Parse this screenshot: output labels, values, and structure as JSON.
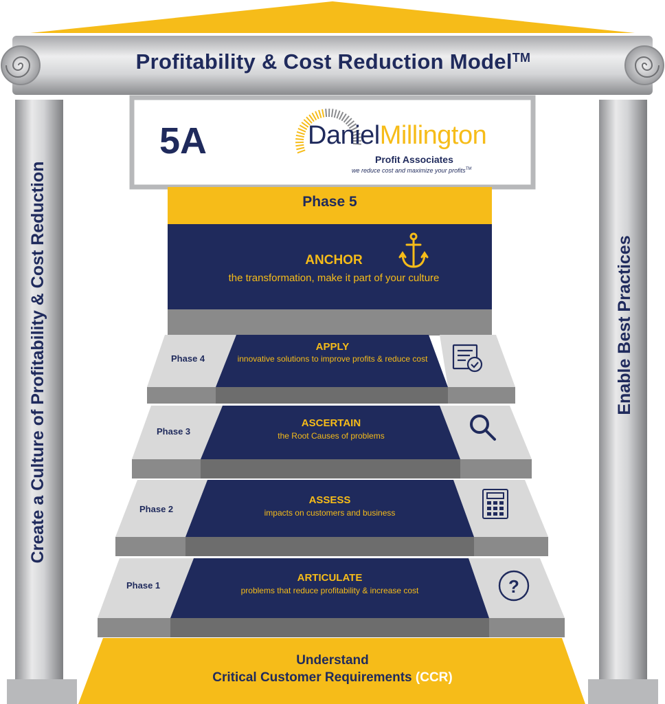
{
  "title": {
    "text": "Profitability & Cost Reduction Model",
    "mark": "TM"
  },
  "pillars": {
    "left": "Create a Culture of Profitability & Cost Reduction",
    "right": "Enable Best Practices"
  },
  "logo": {
    "code": "5A",
    "name_first": "Daniel",
    "name_second": "Millington",
    "sub": "Profit Associates",
    "tagline": "we reduce cost and maximize your profits",
    "tagline_mark": "TM"
  },
  "phase5": {
    "label": "Phase 5",
    "title": "ANCHOR",
    "desc": "the transformation, make it part of your culture",
    "icon": "anchor-icon"
  },
  "steps": [
    {
      "phase": "Phase 4",
      "title": "APPLY",
      "desc": "innovative solutions to improve profits & reduce cost",
      "icon": "checklist-document-icon"
    },
    {
      "phase": "Phase 3",
      "title": "ASCERTAIN",
      "desc": "the Root Causes of problems",
      "icon": "magnifier-icon"
    },
    {
      "phase": "Phase 2",
      "title": "ASSESS",
      "desc": "impacts on customers and business",
      "icon": "calculator-icon"
    },
    {
      "phase": "Phase 1",
      "title": "ARTICULATE",
      "desc": "problems that reduce profitability & increase cost",
      "icon": "question-mark-icon"
    }
  ],
  "base": {
    "line1": "Understand",
    "line2_main": "Critical Customer Requirements",
    "line2_accent": "(CCR)"
  },
  "colors": {
    "navy": "#1f2a5c",
    "gold": "#f6bc19",
    "grey_light": "#d9d9d9",
    "grey_dark": "#8a8a8a"
  }
}
